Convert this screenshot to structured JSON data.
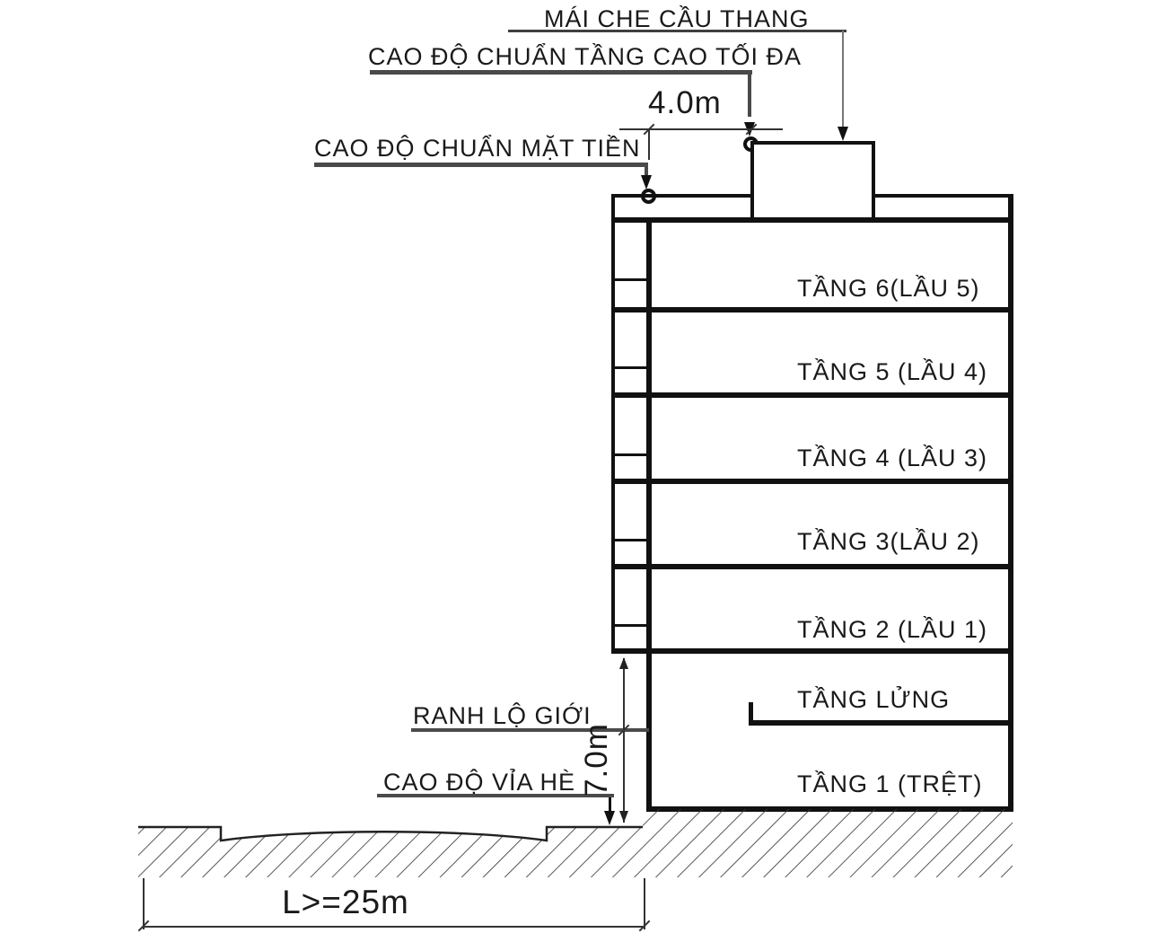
{
  "drawing": {
    "type": "building-height-regulation-section",
    "colors": {
      "background": "#ffffff",
      "structure_line": "#111111",
      "leader_line": "#4a4a4a",
      "dimension_line": "#333333",
      "text": "#1a1a1a"
    },
    "annotations": {
      "roof_cover": "MÁI CHE CẦU THANG",
      "max_height_datum": "CAO ĐỘ CHUẨN TẦNG CAO TỐI ĐA",
      "facade_datum": "CAO ĐỘ CHUẨN MẶT TIỀN",
      "road_boundary": "RANH LỘ GIỚI",
      "sidewalk_datum": "CAO ĐỘ VỈA HÈ"
    },
    "dimensions": {
      "stair_roof_setback": "4.0m",
      "facade_height": "7.0m",
      "road_width": "L>=25m"
    },
    "floors": [
      {
        "label": "TẦNG 6(LẦU 5)"
      },
      {
        "label": "TẦNG 5 (LẦU 4)"
      },
      {
        "label": "TẦNG 4 (LẦU 3)"
      },
      {
        "label": "TẦNG 3(LẦU 2)"
      },
      {
        "label": "TẦNG 2 (LẦU 1)"
      },
      {
        "label": "TẦNG LỬNG"
      },
      {
        "label": "TẦNG 1 (TRỆT)"
      }
    ]
  }
}
